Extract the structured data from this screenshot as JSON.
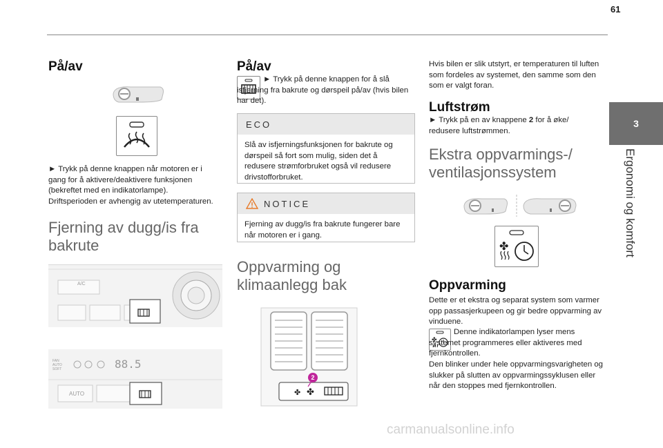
{
  "page": {
    "number": "61"
  },
  "side_tab": {
    "chapter": "3",
    "label": "Ergonomi og komfort"
  },
  "col1": {
    "heading": "På/av",
    "text1": "► Trykk på denne knappen når motoren er i gang for å aktivere/deaktivere funksjonen (bekreftet med en indikatorlampe).",
    "text2": "Driftsperioden er avhengig av utetemperaturen.",
    "section_title": "Fjerning av dugg/is fra bakrute",
    "panel1_label": "A/C",
    "panel2_labels": {
      "fan": "FAN",
      "auto": "AUTO",
      "soft": "SOFT",
      "display": "88.5",
      "auto_btn": "AUTO"
    }
  },
  "col2": {
    "heading": "På/av",
    "text1": "► Trykk på denne knappen for å slå isfjerning fra bakrute og dørspeil på/av (hvis bilen har det).",
    "eco_title": "ECO",
    "eco_text": "Slå av isfjerningsfunksjonen for bakrute og dørspeil så fort som mulig, siden det å redusere strømforbruket også vil redusere drivstofforbruket.",
    "notice_title": "NOTICE",
    "notice_text": "Fjerning av dugg/is fra bakrute fungerer bare når motoren er i gang.",
    "section_title": "Oppvarming og klimaanlegg bak",
    "callout": "2"
  },
  "col3": {
    "intro": "Hvis bilen er slik utstyrt, er temperaturen til luften som fordeles av systemet, den samme som den som er valgt foran.",
    "airflow_heading": "Luftstrøm",
    "airflow_text_a": "► Trykk på en av knappene ",
    "airflow_text_b": "2",
    "airflow_text_c": " for å øke/ redusere luftstrømmen.",
    "section_title": "Ekstra oppvarmings-/ ventilasjonssystem",
    "heating_heading": "Oppvarming",
    "heating_text": "Dette er et ekstra og separat system som varmer opp passasjerkupeen og gir bedre oppvarming av vinduene.",
    "indicator_text": "Denne indikatorlampen lyser mens systemet programmeres eller aktiveres med fjernkontrollen.",
    "blink_text": "Den blinker under hele oppvarmingsvarigheten og slukker på slutten av oppvarmingssyklusen eller når den stoppes med fjernkontrollen."
  },
  "watermark": "carmanualsonline.info",
  "colors": {
    "callout": "#c0259b",
    "tab": "#6f6f6f",
    "notice_icon": "#e87b2a"
  }
}
